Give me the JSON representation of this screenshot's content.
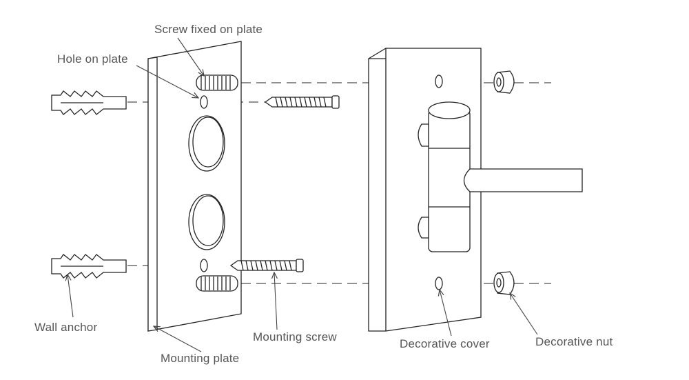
{
  "labels": {
    "screw_fixed_on_plate": "Screw fixed on plate",
    "hole_on_plate": "Hole on plate",
    "wall_anchor": "Wall anchor",
    "mounting_screw": "Mounting screw",
    "mounting_plate": "Mounting plate",
    "decorative_cover": "Decorative cover",
    "decorative_nut": "Decorative nut"
  },
  "colors": {
    "line": "#222222",
    "label_text": "#555555",
    "background": "#ffffff"
  }
}
